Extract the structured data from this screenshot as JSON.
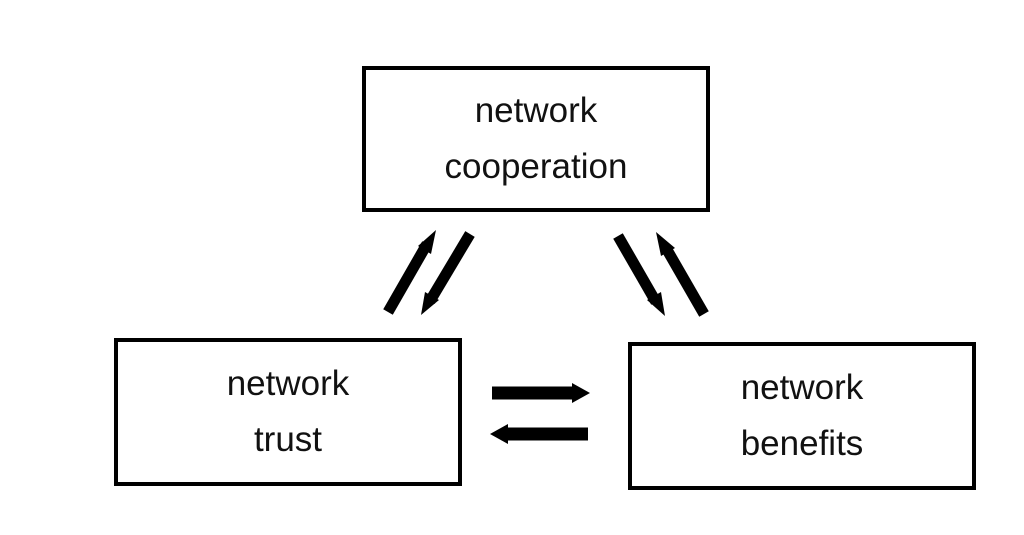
{
  "nodes": {
    "cooperation": {
      "line1": "network",
      "line2": "cooperation"
    },
    "trust": {
      "line1": "network",
      "line2": "trust"
    },
    "benefits": {
      "line1": "network",
      "line2": "benefits"
    }
  },
  "colors": {
    "stroke": "#000000",
    "text": "#111111",
    "background": "#ffffff"
  }
}
